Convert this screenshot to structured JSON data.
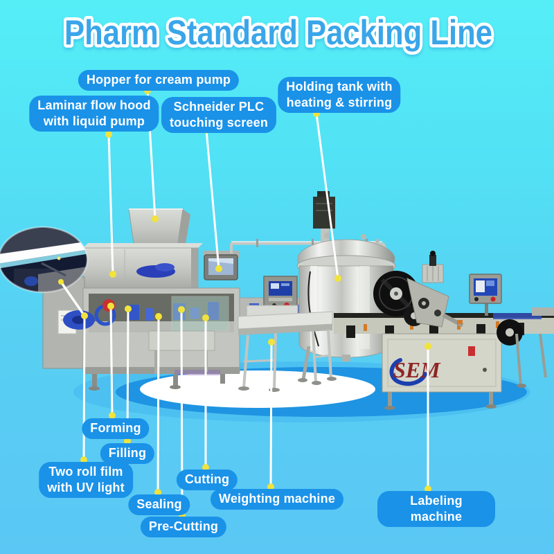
{
  "title": "Pharm Standard Packing Line",
  "sem_logo": "SEM",
  "colors": {
    "bg_top": "#55EEF7",
    "bg_bottom": "#5BC7F4",
    "title_fill": "#3AA6E9",
    "title_outline": "#FFFFFF",
    "pill_bg": "#1A92E8",
    "pill_text": "#FFFFFF",
    "leader_line": "#FFFFFF",
    "leader_dot": "#F2E33C",
    "floor_outer": "#4CC1F1",
    "floor_mid": "#1E94E2",
    "floor_inner": "#FFFFFF",
    "sem_logo_red": "#8E2424",
    "sem_logo_blue": "#1C3FAE"
  },
  "callouts": [
    {
      "id": "hopper",
      "text": "Hopper for cream pump"
    },
    {
      "id": "laminar",
      "text": "Laminar flow hood\nwith liquid pump"
    },
    {
      "id": "plc",
      "text": "Schneider PLC\ntouching screen"
    },
    {
      "id": "tank",
      "text": "Holding tank with\nheating & stirring"
    },
    {
      "id": "forming",
      "text": "Forming"
    },
    {
      "id": "filling",
      "text": "Filling"
    },
    {
      "id": "tworoll",
      "text": "Two roll film\nwith UV light"
    },
    {
      "id": "cutting",
      "text": "Cutting"
    },
    {
      "id": "sealing",
      "text": "Sealing"
    },
    {
      "id": "precutting",
      "text": "Pre-Cutting"
    },
    {
      "id": "weighting",
      "text": "Weighting machine"
    },
    {
      "id": "labeling",
      "text": "Labeling machine"
    }
  ]
}
